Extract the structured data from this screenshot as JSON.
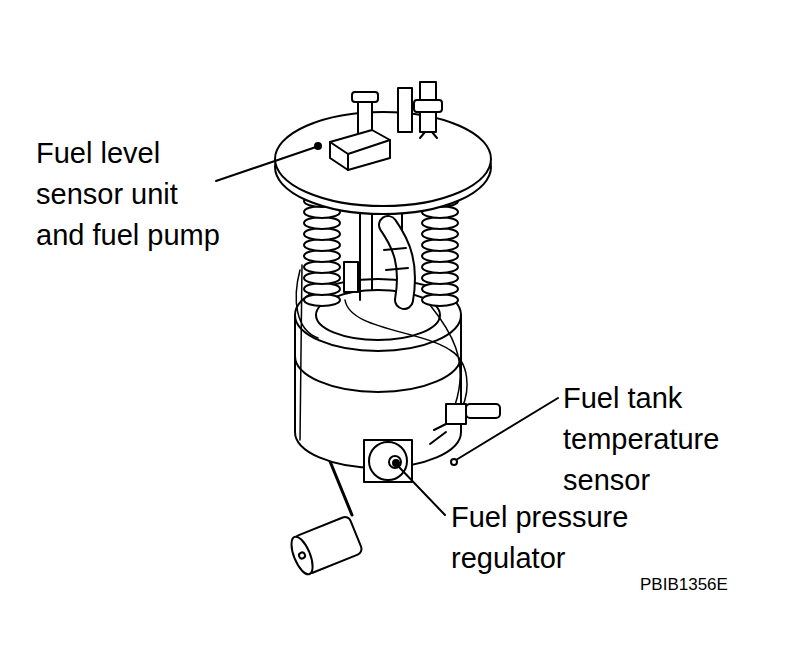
{
  "diagram": {
    "labels": [
      "Fuel level sensor unit and fuel pump",
      "Fuel tank temperature sensor",
      "Fuel pressure regulator",
      "PBIB1356E"
    ]
  }
}
